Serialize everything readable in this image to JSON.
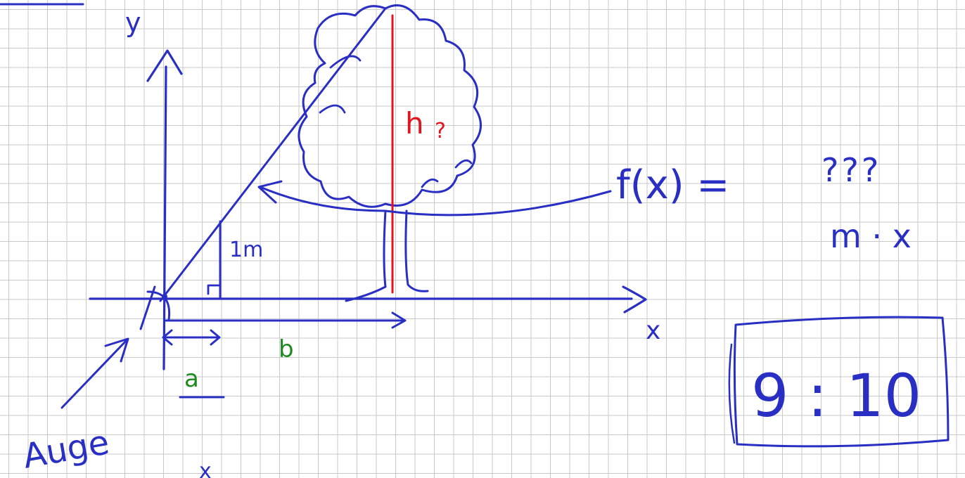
{
  "colors": {
    "grid": "#c9c9c9",
    "blue_ink": "#2a2fc4",
    "red_ink": "#e3141d",
    "green_ink": "#1e8a1e"
  },
  "labels": {
    "y_axis": "y",
    "x_axis": "x",
    "one_meter": "1m",
    "height": "h",
    "height_question": "?",
    "distance_a": "a",
    "distance_b": "b",
    "eye": "Auge",
    "function_lhs": "f(x) =",
    "function_unknown": "???",
    "function_guess": "m · x",
    "ratio": "9 : 10"
  },
  "icons": [
    "tree-sketch",
    "arrow-icon"
  ]
}
